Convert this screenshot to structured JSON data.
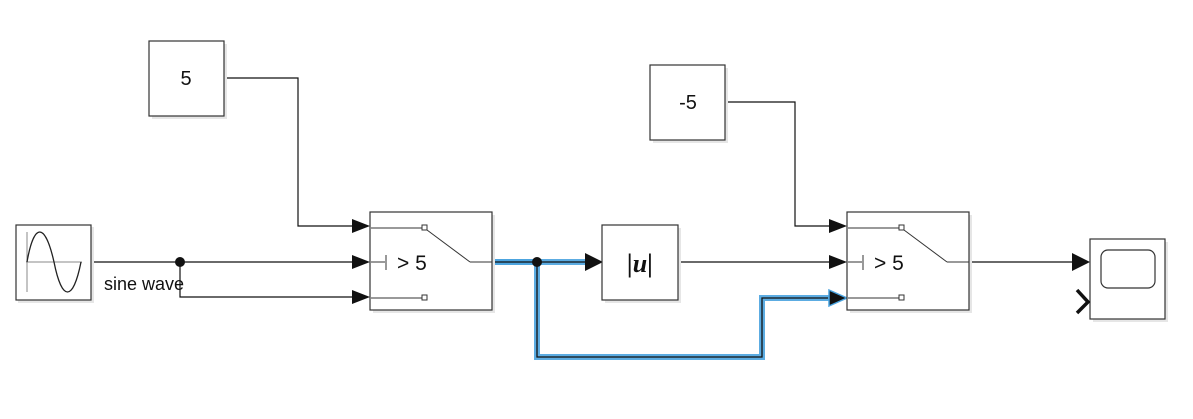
{
  "blocks": {
    "const_pos": {
      "value": "5"
    },
    "const_neg": {
      "value": "-5"
    },
    "switch1": {
      "criteria": "> 5"
    },
    "switch2": {
      "criteria": "> 5"
    },
    "abs": {
      "label": "|u|"
    }
  },
  "signals": {
    "sine_label": "sine wave"
  },
  "colors": {
    "highlight": "#4aa3df",
    "line": "#111111",
    "block_border": "#333333"
  }
}
